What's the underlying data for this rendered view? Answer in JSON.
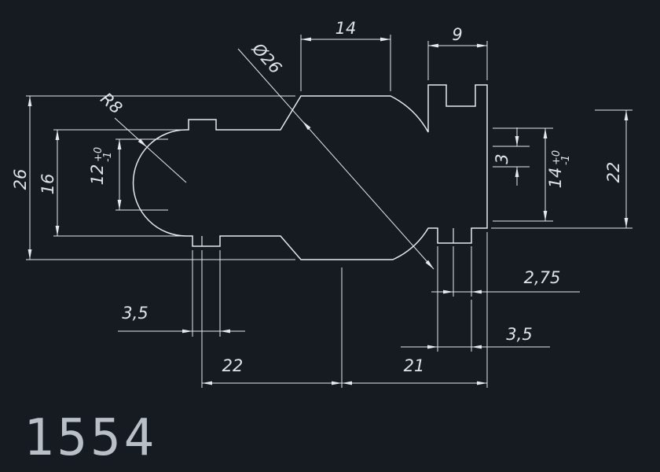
{
  "drawing": {
    "part_number": "1554",
    "background_color": "#161b22",
    "line_color": "#e6e9ec",
    "text_color": "#dfe3e7",
    "dimensions": {
      "top_width": "14",
      "top_right_width": "9",
      "diameter": "Ø26",
      "radius": "R8",
      "left_overall_height": "26",
      "left_height": "16",
      "left_toleranced": {
        "nominal": "12",
        "tol_upper": "+0",
        "tol_lower": "-1"
      },
      "right_step": "3",
      "right_toleranced": {
        "nominal": "14",
        "tol_upper": "+0",
        "tol_lower": "-1"
      },
      "right_overall_height": "22",
      "right_offset": "2,75",
      "right_tab_width": "3,5",
      "left_tab_width": "3,5",
      "bottom_left_span": "22",
      "bottom_right_span": "21"
    }
  }
}
